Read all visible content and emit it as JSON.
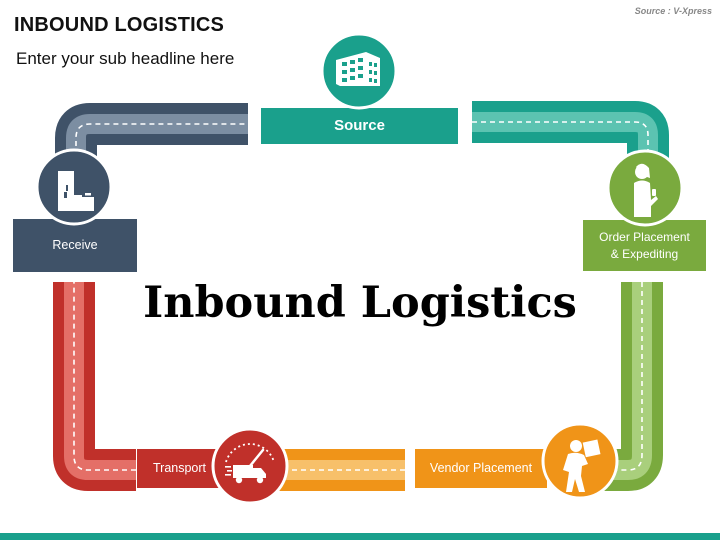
{
  "header": {
    "title": "INBOUND LOGISTICS",
    "subtitle": "Enter your sub headline here",
    "source": "Source : V-Xpress"
  },
  "center_title": "Inbound Logistics",
  "steps": [
    {
      "label": "Source",
      "color": "#1aa08c",
      "icon": "building-icon"
    },
    {
      "label_lines": [
        "Order Placement",
        "& Expediting"
      ],
      "color": "#7aaa3e",
      "icon": "person-phone-icon"
    },
    {
      "label": "Vendor Placement",
      "color": "#f09418",
      "icon": "delivery-person-icon"
    },
    {
      "label": "Transport",
      "color": "#c0302a",
      "icon": "fast-truck-icon"
    },
    {
      "label": "Receive",
      "color": "#3f5268",
      "icon": "luggage-icon"
    }
  ]
}
